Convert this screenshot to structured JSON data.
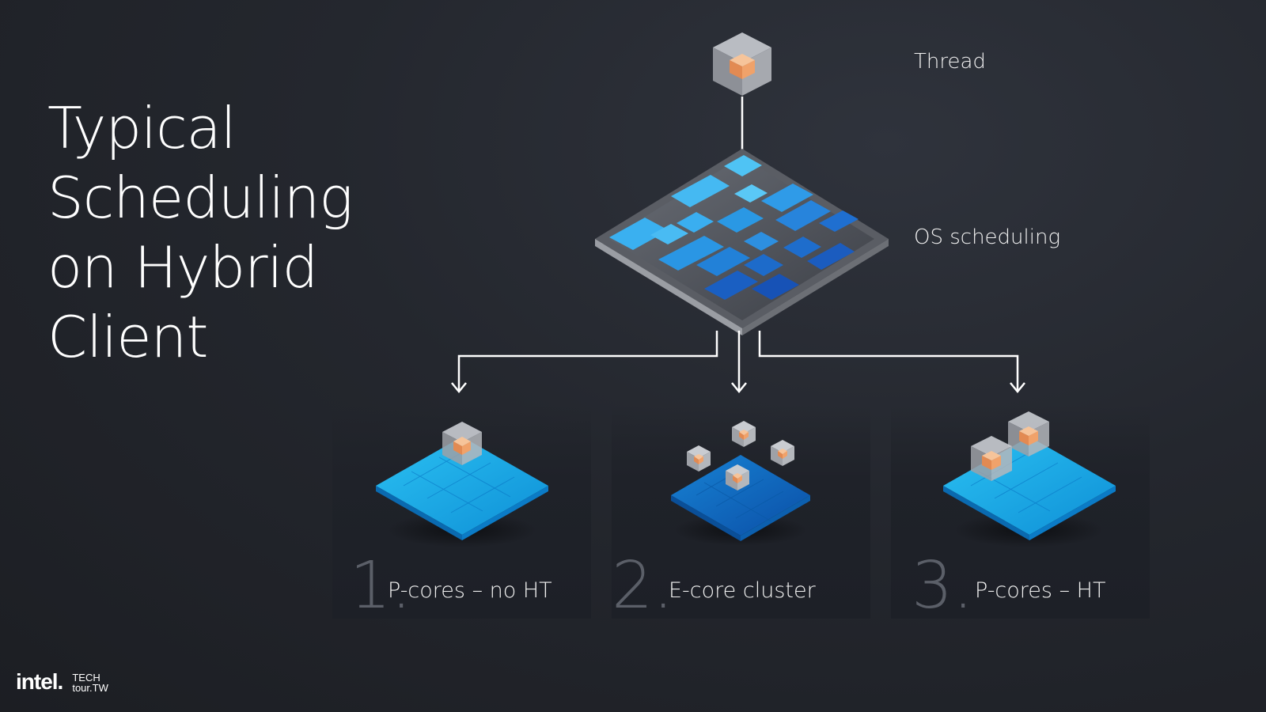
{
  "title_lines": [
    "Typical",
    "Scheduling",
    "on Hybrid",
    "Client"
  ],
  "labels": {
    "thread": "Thread",
    "os_scheduling": "OS scheduling"
  },
  "options": [
    {
      "number": "1.",
      "label": "P-cores – no HT"
    },
    {
      "number": "2.",
      "label": "E-core cluster"
    },
    {
      "number": "3.",
      "label": "P-cores – HT"
    }
  ],
  "logo": {
    "brand": "intel.",
    "event_line1": "TECH",
    "event_line2": "tour.TW"
  },
  "colors": {
    "background": "#24272e",
    "chip_blue": "#18a9e0",
    "chip_dark_blue": "#0d6fc0",
    "thread_orange": "#f0a26a",
    "arrow": "#ffffff"
  }
}
